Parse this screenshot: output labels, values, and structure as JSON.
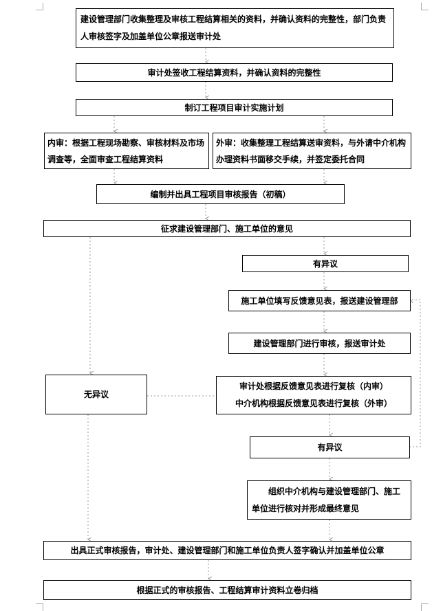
{
  "steps": {
    "s1": "建设管理部门收集整理及审核工程结算相关的资料，并确认资料的完整性，部门负责人审核签字及加盖单位公章报送审计处",
    "s2": "审计处签收工程结算资料，并确认资料的完整性",
    "s3": "制订工程项目审计实施计划",
    "s4_internal": "内审：根据工程现场勘察、审核材料及市场调查等，全面审查工程结算资料",
    "s4_external": "外审：收集整理工程结算送审资料，与外请中介机构办理资料书面移交手续，并签定委托合同",
    "s5": "编制并出具工程项目审核报告（初稿）",
    "s6": "征求建设管理部门、施工单位的意见",
    "objection1": "有异议",
    "no_objection": "无异议",
    "s7": "施工单位填写反馈意见表，报送建设管理部",
    "s8": "建设管理部门进行审核，报送审计处",
    "s9_line1": "审计处根据反馈意见表进行复核（内审）",
    "s9_line2": "中介机构根据反馈意见表进行复核（外审）",
    "objection2": "有异议",
    "s10": "组织中介机构与建设管理部门、施工单位进行核对并形成最终意见",
    "s11": "出具正式审核报告，审计处、建设管理部门和施工单位负责人签字确认并加盖单位公章",
    "s12": "根据正式的审核报告、工程结算审计资料立卷归档"
  }
}
